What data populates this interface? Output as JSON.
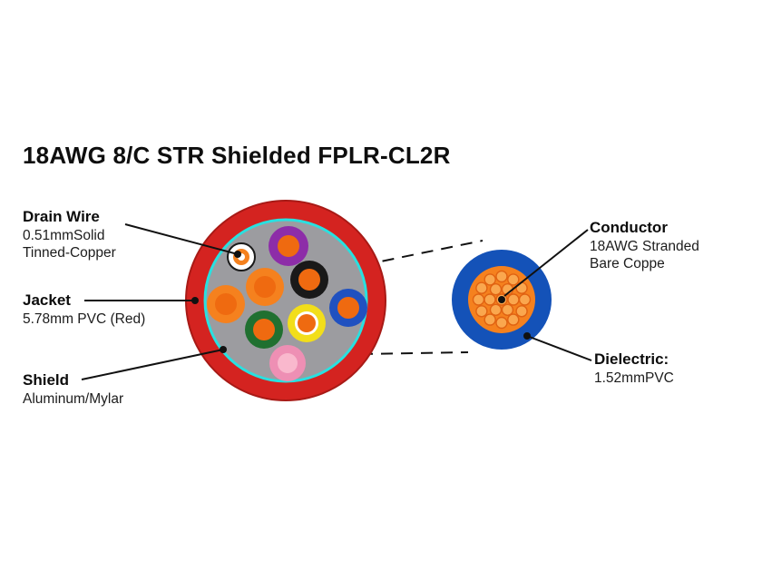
{
  "title": "18AWG 8/C STR Shielded FPLR-CL2R",
  "labels": {
    "drain_wire": {
      "heading": "Drain Wire",
      "line1": "0.51mmSolid",
      "line2": "Tinned-Copper"
    },
    "jacket": {
      "heading": "Jacket",
      "line1": "5.78mm PVC (Red)"
    },
    "shield": {
      "heading": "Shield",
      "line1": "Aluminum/Mylar"
    },
    "conductor": {
      "heading": "Conductor",
      "line1": "18AWG Stranded",
      "line2": "Bare Coppe"
    },
    "dielectric": {
      "heading": "Dielectric:",
      "line1": "1.52mmPVC"
    }
  },
  "colors": {
    "jacket_red": "#d42320",
    "jacket_stroke": "#a81a16",
    "shield_cyan": "#29e0e0",
    "filler_gray": "#9c9ca0",
    "conductor_orange": "#f5811e",
    "core_orange": "#ef6a10",
    "insulation_purple": "#8d2da8",
    "insulation_black": "#191919",
    "insulation_blue": "#2051c0",
    "insulation_green": "#207030",
    "insulation_yellow": "#f2de1a",
    "insulation_pink": "#ee8fb4",
    "pink_light": "#f9b8cd",
    "dielectric_blue": "#1452b8",
    "strand_orange": "#faa74e",
    "strand_outline": "#e06212"
  }
}
